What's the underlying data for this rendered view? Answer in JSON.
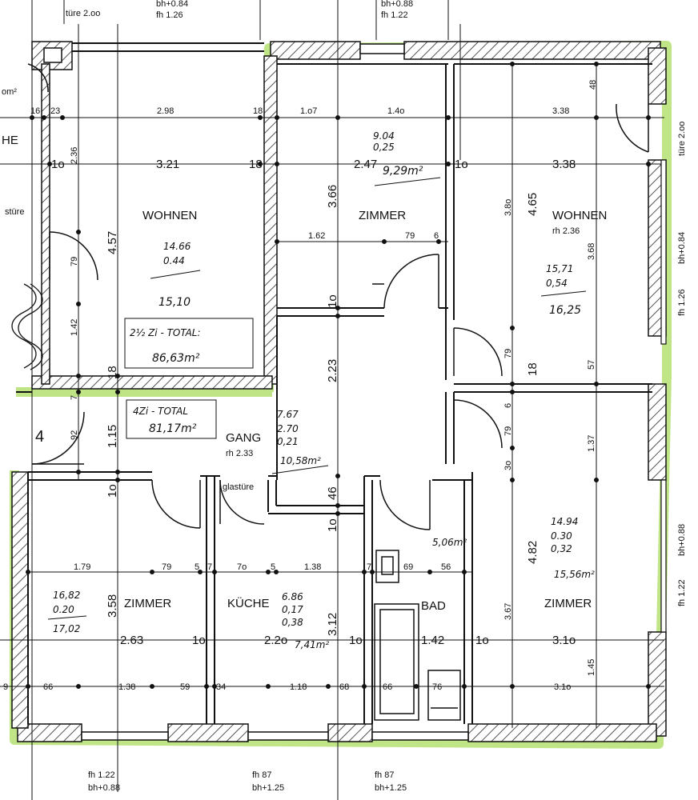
{
  "rooms": {
    "wohnen_left": "WOHNEN",
    "zimmer_top": "ZIMMER",
    "wohnen_right": "WOHNEN",
    "gang": "GANG",
    "zimmer_bl": "ZIMMER",
    "kueche": "KÜCHE",
    "bad": "BAD",
    "zimmer_br": "ZIMMER",
    "he": "HE",
    "stair_no": "4"
  },
  "room_heights": {
    "wohnen_right": "rh 2.36",
    "gang": "rh 2.33"
  },
  "top_notes": {
    "tuere_left": "türe 2.oo",
    "window1_bh": "bh+0.84",
    "window1_fh": "fh 1.26",
    "window2_bh": "bh+0.88",
    "window2_fh": "fh 1.22",
    "om2": "om²"
  },
  "side_notes": {
    "tuere_right": "türe 2.oo",
    "bh084": "bh+0.84",
    "fh126": "fh 1.26",
    "bh088": "bh+0.88",
    "fh122": "fh 1.22",
    "stuere": "stüre",
    "glastuere": "glastüre"
  },
  "bottom_notes": {
    "w1_fh": "fh  1.22",
    "w1_bh": "bh+0.88",
    "w2_fh": "fh  87",
    "w2_bh": "bh+1.25",
    "w3_fh": "fh  87",
    "w3_bh": "bh+1.25"
  },
  "dims": {
    "d16": "16",
    "d23": "23",
    "d298": "2.98",
    "d18a": "18",
    "d107": "1.o7",
    "d140": "1.4o",
    "d338a": "3.38",
    "d48": "48",
    "d10a": "1o",
    "d236": "2.36",
    "d321": "3.21",
    "d18b": "18",
    "d247": "2.47",
    "d10b": "1o",
    "d338b": "3.38",
    "d366": "3.66",
    "d380": "3.8o",
    "d465": "4.65",
    "d457": "4.57",
    "d162": "1.62",
    "d79a": "79",
    "d6a": "6",
    "d79b": "79",
    "d368": "3.68",
    "d142": "1.42",
    "d10c": "1o",
    "d79c": "79",
    "d18c": "18",
    "d18d": "18",
    "d57": "57",
    "d223": "2.23",
    "d7": "7",
    "d92": "92",
    "d115": "1.15",
    "d6b": "6",
    "d79d": "79",
    "d137": "1.37",
    "d30": "3o",
    "d10d": "1o",
    "d46": "46",
    "d10e": "1o",
    "d482": "4.82",
    "d179": "1.79",
    "d79e": "79",
    "d5a": "5",
    "d7b": "7",
    "d70": "7o",
    "d5b": "5",
    "d138a": "1.38",
    "d7c": "7",
    "d69": "69",
    "d56": "56",
    "d358": "3.58",
    "d312": "3.12",
    "d367": "3.67",
    "d263": "2.63",
    "d10f": "1o",
    "d220": "2.2o",
    "d10g": "1o",
    "d142b": "1.42",
    "d10h": "1o",
    "d310a": "3.1o",
    "d145": "1.45",
    "d9": "9",
    "d66a": "66",
    "d138b": "1.38",
    "d59": "59",
    "d34": "34",
    "d118": "1.18",
    "d68": "68",
    "d66b": "66",
    "d76": "76",
    "d310b": "3.1o"
  },
  "handwritten": {
    "wohnen_l_1": "14.66",
    "wohnen_l_2": "0.44",
    "wohnen_l_3": "15,10",
    "total1": "2½ Zi - TOTAL:",
    "total1_val": "86,63m²",
    "total2": "4Zi - TOTAL",
    "total2_val": "81,17m²",
    "zimmer_t_1": "9.04",
    "zimmer_t_2": "0,25",
    "zimmer_t_3": "9,29m²",
    "wohnen_r_1": "15,71",
    "wohnen_r_2": "0,54",
    "wohnen_r_3": "16,25",
    "gang_1": "7.67",
    "gang_2": "2.70",
    "gang_3": "0,21",
    "gang_4": "10,58m²",
    "bad_1": "5,06m²",
    "zimmer_br_1": "14.94",
    "zimmer_br_2": "0.30",
    "zimmer_br_3": "0,32",
    "zimmer_br_4": "15,56m²",
    "zimmer_bl_1": "16,82",
    "zimmer_bl_2": "0.20",
    "zimmer_bl_3": "17,02",
    "kueche_1": "6.86",
    "kueche_2": "0,17",
    "kueche_3": "0,38",
    "kueche_4": "7,41m²"
  },
  "colors": {
    "highlight": "#b9e27a",
    "line": "#111111",
    "hatch": "#2a2a2a"
  }
}
